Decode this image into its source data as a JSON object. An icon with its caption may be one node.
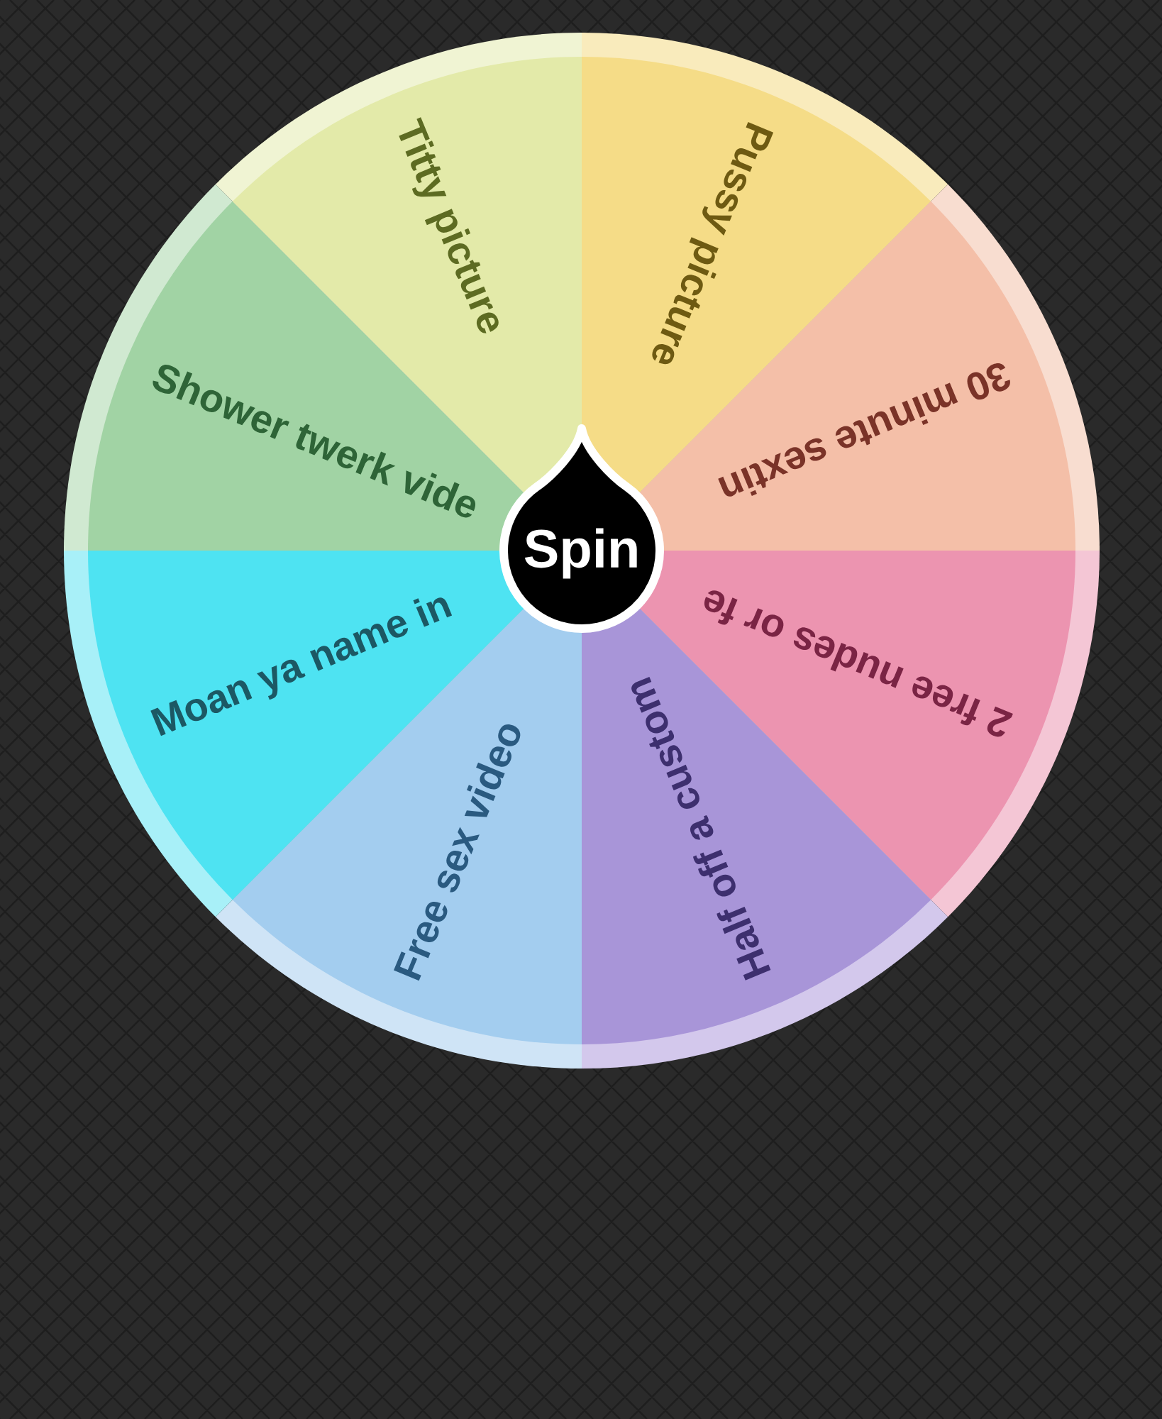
{
  "diagram": {
    "nodes": [
      {
        "text": [
          "Pussy picture"
        ]
      },
      {
        "text": [
          "30 minute sextin"
        ]
      },
      {
        "text": [
          "2 free nudes or fe"
        ]
      },
      {
        "text": [
          "Half off a custom"
        ]
      },
      {
        "text": [
          "Free sex video"
        ]
      },
      {
        "text": [
          "Moan ya name in"
        ]
      },
      {
        "text": [
          "Shower twerk vide"
        ]
      },
      {
        "text": [
          "Titty picture"
        ]
      },
      {
        "text": [
          "Spin"
        ]
      }
    ]
  }
}
